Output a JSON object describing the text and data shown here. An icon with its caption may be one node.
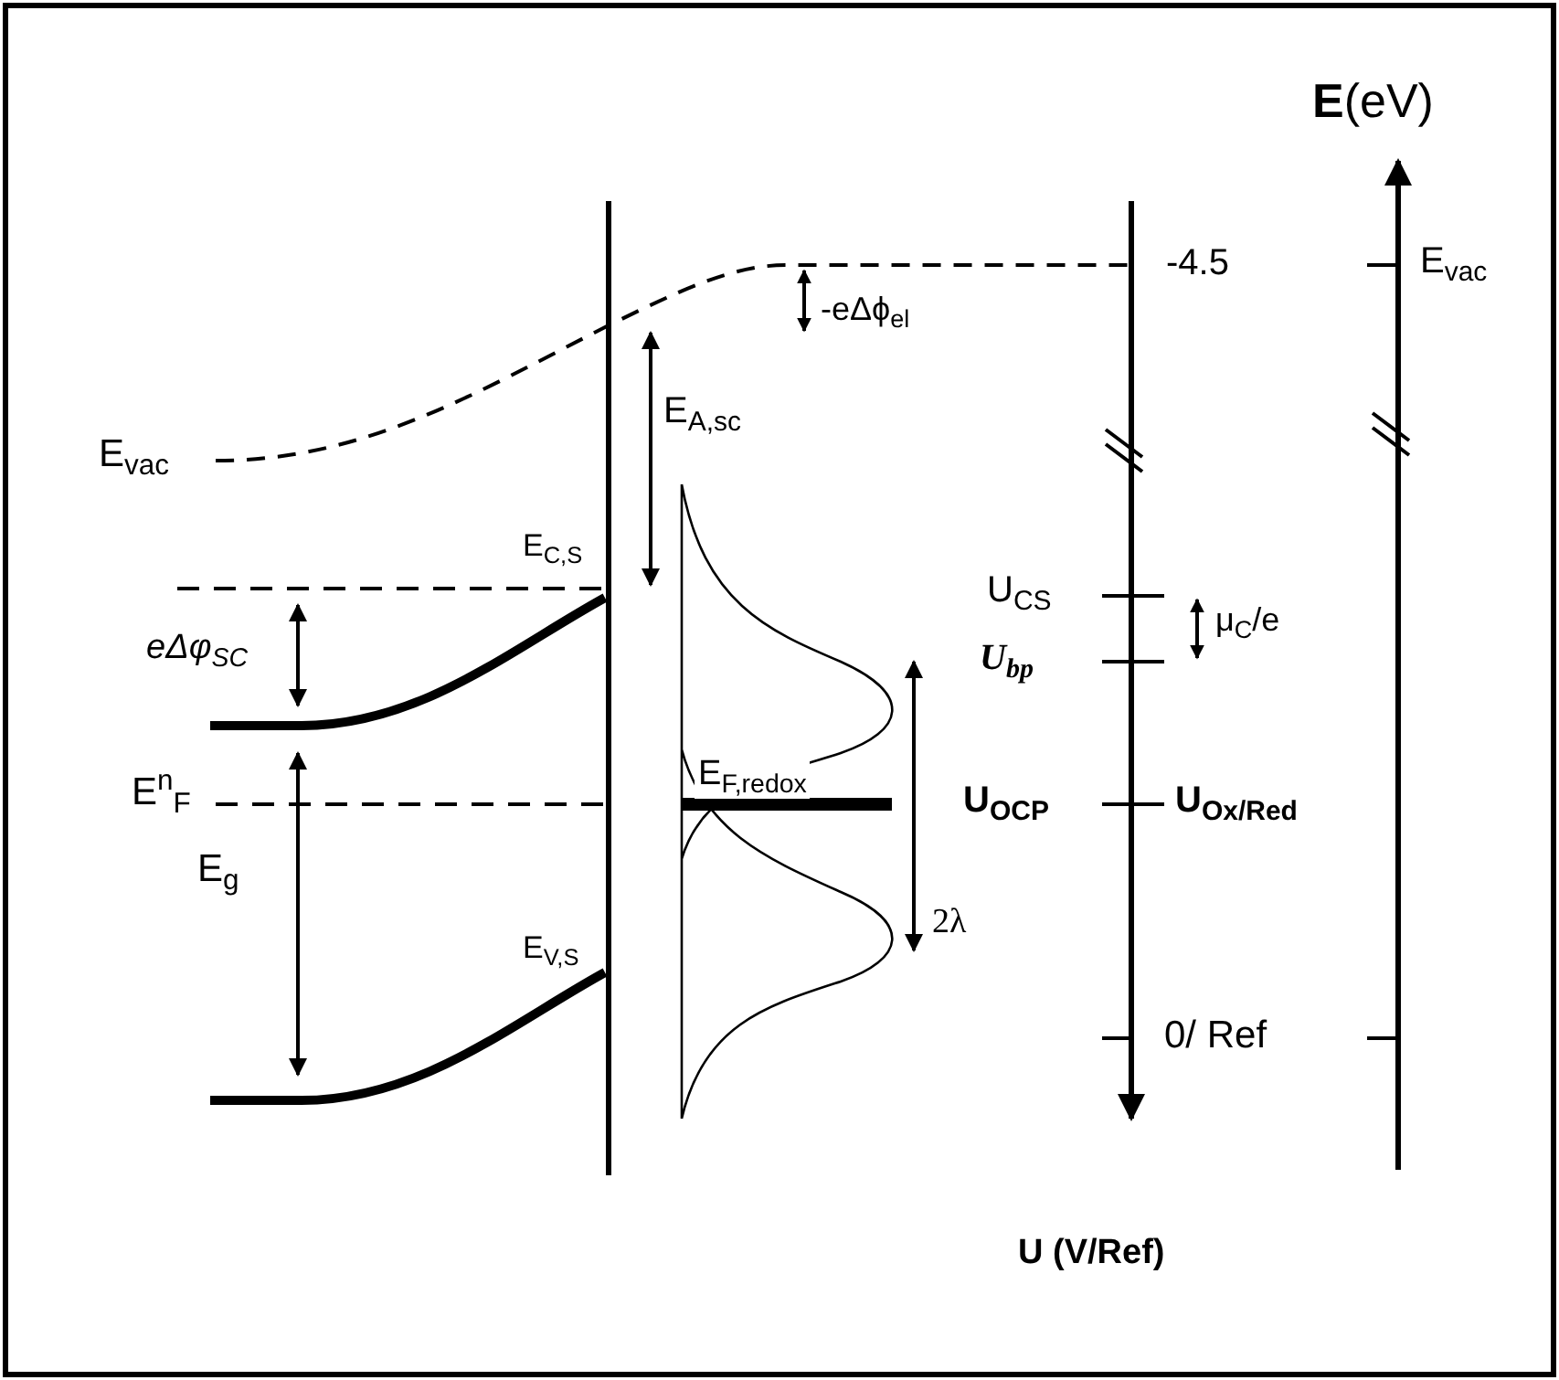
{
  "diagram": {
    "labels": [
      "**E**(eV)",
      "-4.5",
      "E$_{vac}$",
      "-eΔϕ$_{el}$",
      "E$_{A,sc}$",
      "E$_{vac}$",
      "E$_{C,S}$",
      "eΔφ$_{SC}$",
      "U$_{CS}$",
      "μ$_{C}$/e",
      "U$_{bp}$",
      "E$_{F,redox}$",
      "E$^{n}$$_{F}$",
      "U$_{OCP}$",
      "U$_{Ox/Red}$",
      "E$_{g}$",
      "2λ",
      "E$_{V,S}$",
      "0/ Ref",
      "U (V/Ref)"
    ]
  }
}
